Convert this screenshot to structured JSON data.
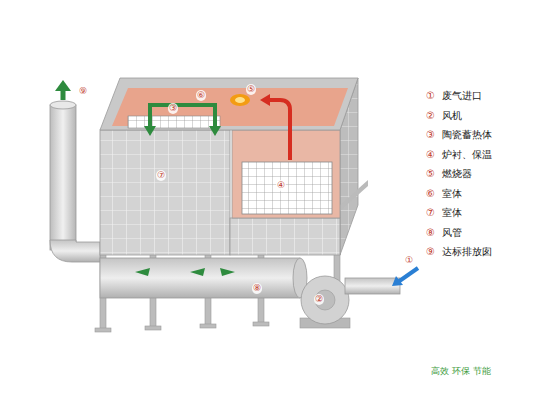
{
  "diagram": {
    "labels": [
      "①",
      "废气进口",
      "②",
      "风机",
      "③",
      "陶瓷蓄热体",
      "④",
      "炉衬、保温",
      "⑤",
      "燃烧器",
      "⑥",
      "室体",
      "⑦",
      "室体",
      "⑧",
      "风管",
      "⑨",
      "达标排放囱",
      "①",
      "②",
      "③",
      "④",
      "⑤",
      "⑥",
      "⑦",
      "⑧",
      "⑨",
      "高效 环保 节能"
    ]
  }
}
